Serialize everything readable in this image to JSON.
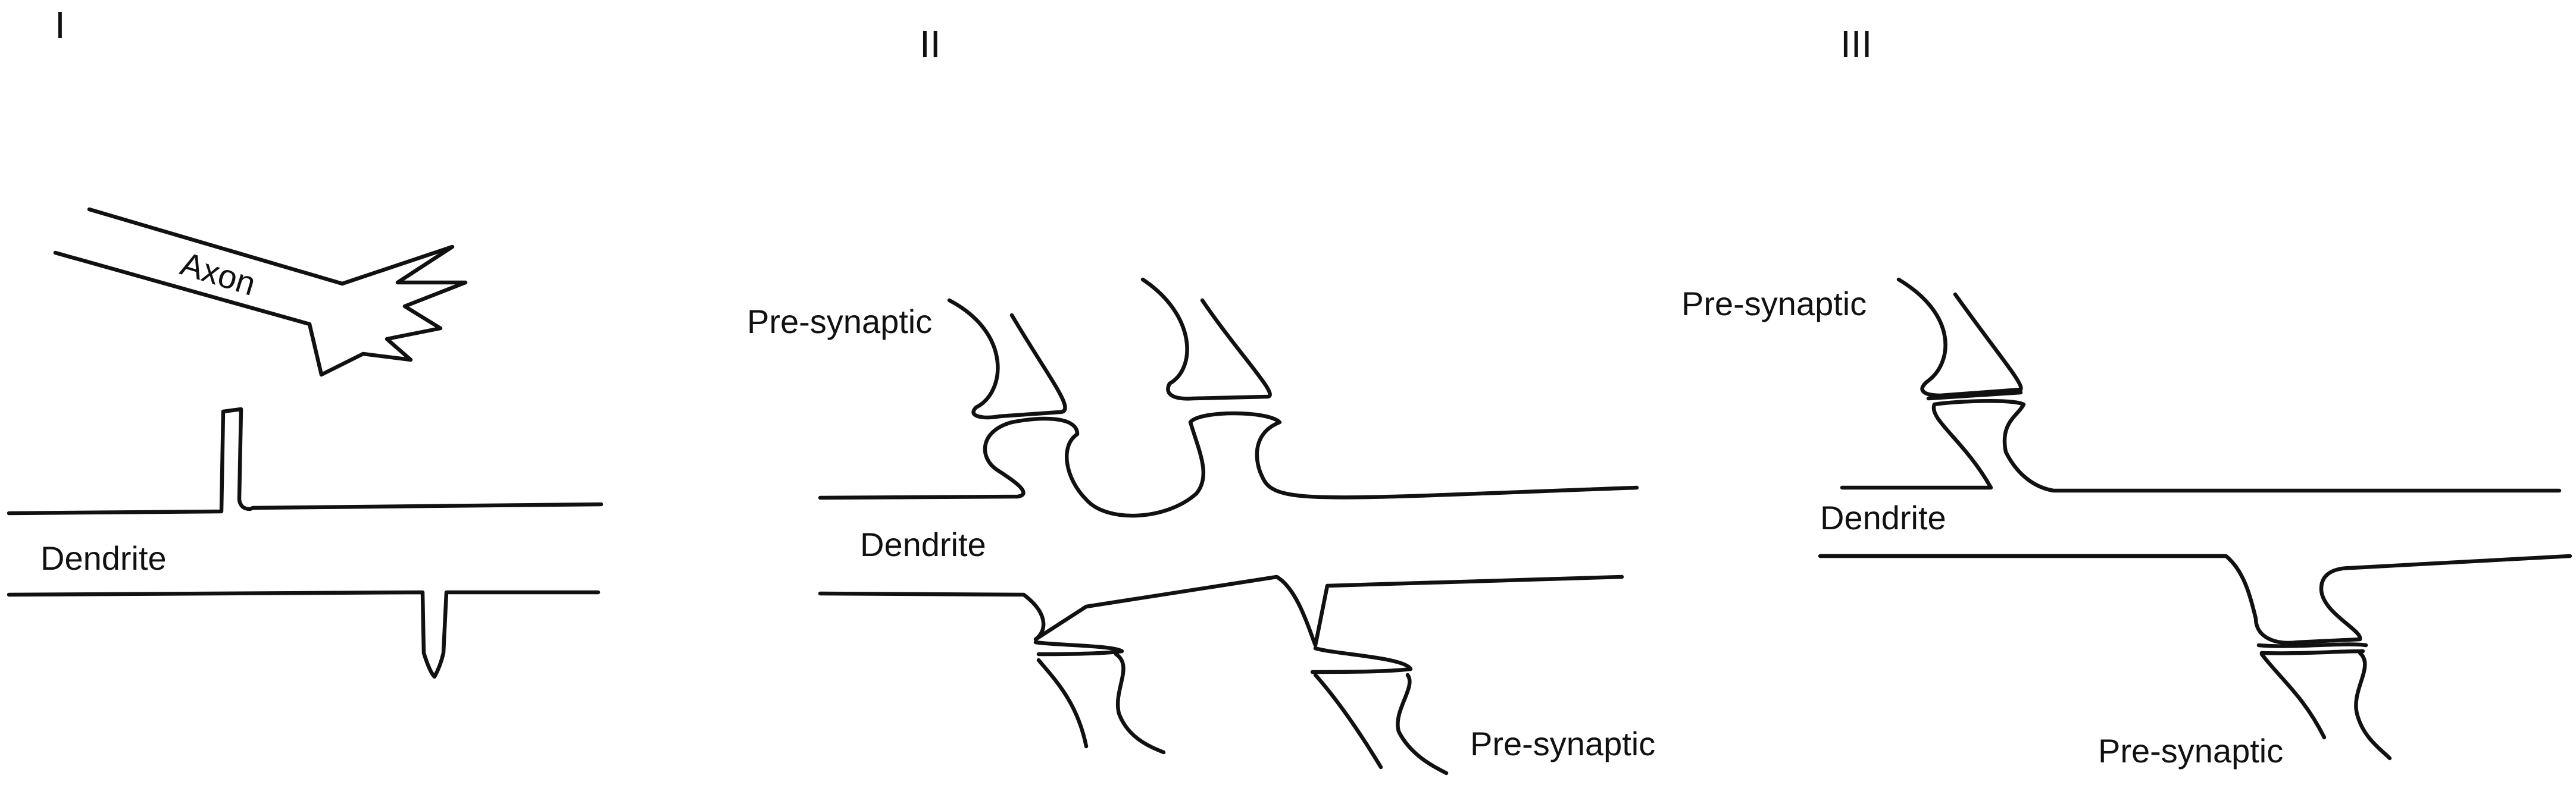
{
  "panels": [
    {
      "numeral": "I",
      "labels": {
        "axon": "Axon",
        "dendrite": "Dendrite"
      }
    },
    {
      "numeral": "II",
      "labels": {
        "presynaptic_top": "Pre-synaptic",
        "dendrite": "Dendrite",
        "presynaptic_bottom": "Pre-synaptic"
      }
    },
    {
      "numeral": "III",
      "labels": {
        "presynaptic_top": "Pre-synaptic",
        "dendrite": "Dendrite",
        "presynaptic_bottom": "Pre-synaptic"
      }
    }
  ]
}
